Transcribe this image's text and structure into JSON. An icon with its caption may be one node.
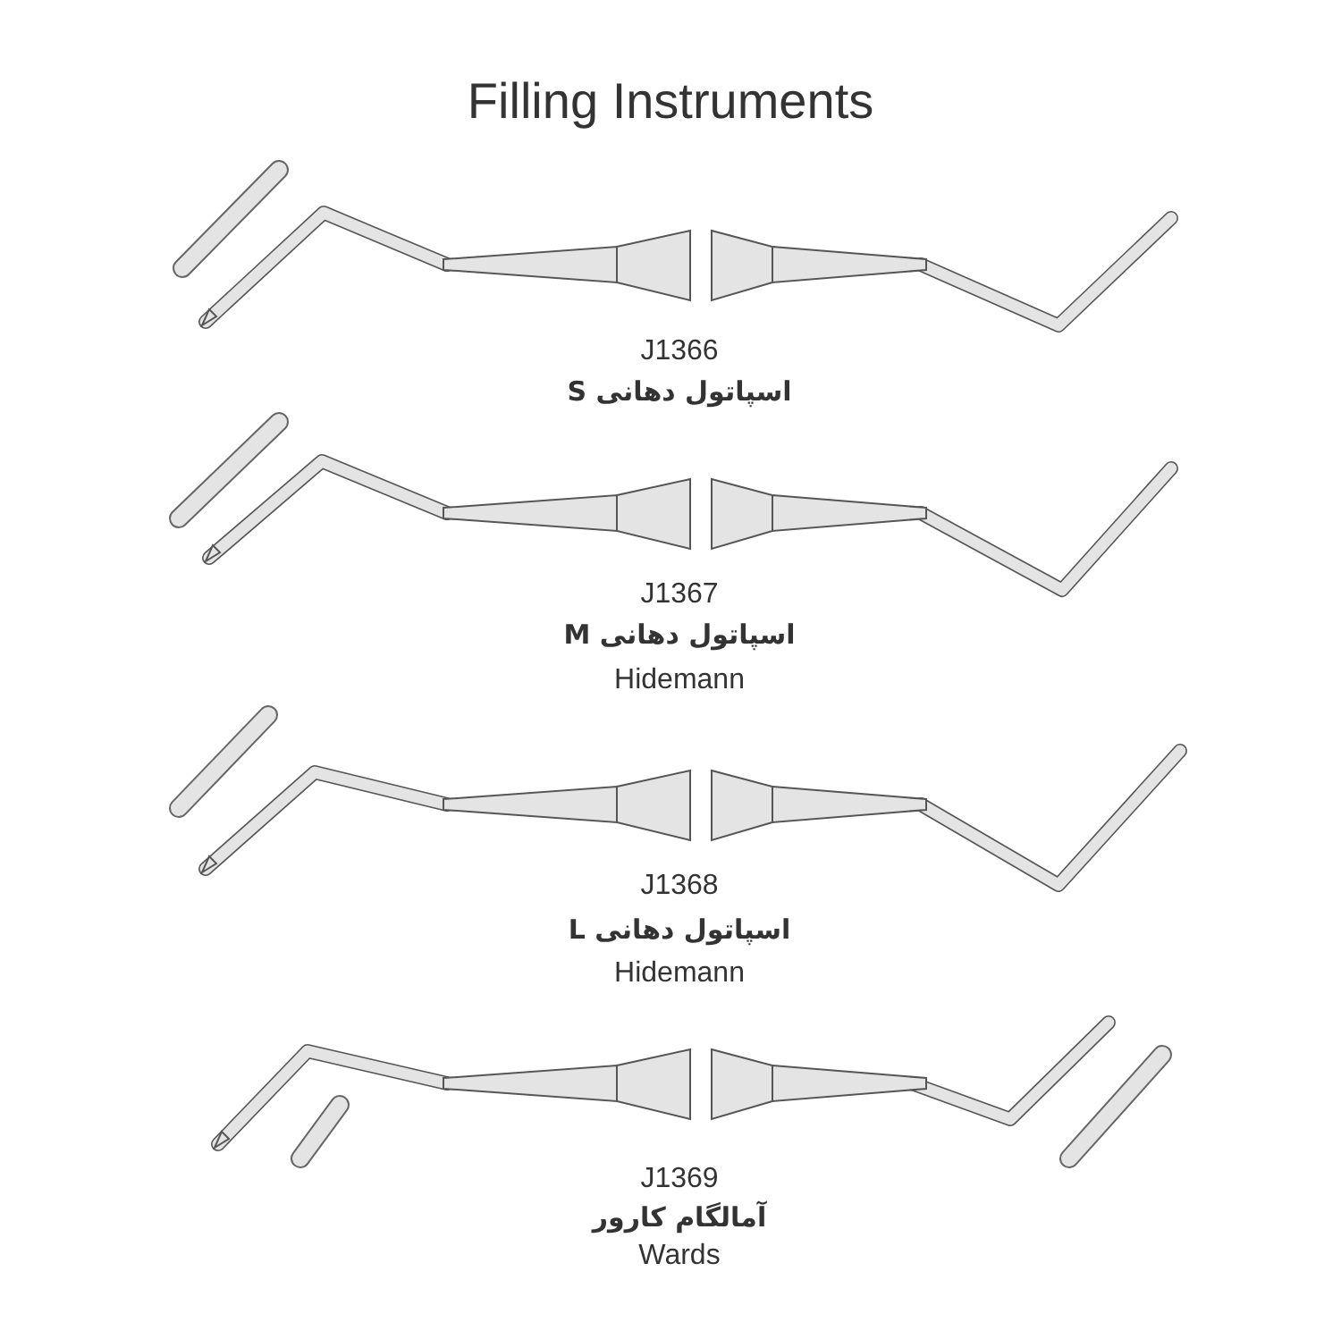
{
  "diagram": {
    "title": "Filling Instruments",
    "labels": [
      "J1366",
      "اسپاتول دهانی S",
      "J1367",
      "اسپاتول دهانی M",
      "Hidemann",
      "J1368",
      "اسپاتول دهانی L",
      "Hidemann",
      "J1369",
      "آمالگام کارور",
      "Wards"
    ]
  }
}
